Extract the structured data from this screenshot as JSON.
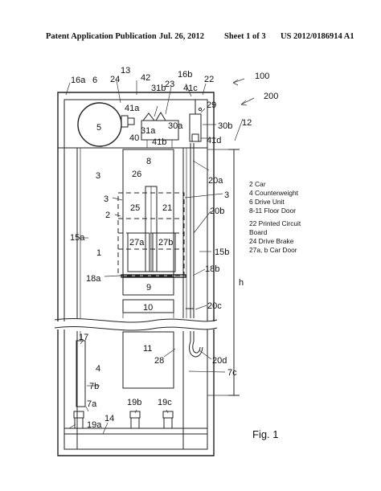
{
  "header": {
    "left": "Patent Application Publication",
    "date": "Jul. 26, 2012",
    "sheet": "Sheet 1 of 3",
    "number": "US 2012/0186914 A1"
  },
  "figure_label": "Fig. 1",
  "legend": [
    "2 Car",
    "4 Counterweight",
    "6 Drive Unit",
    "8-11 Floor Door",
    "22 Printed Circuit",
    "Board",
    "24 Drive Brake",
    "27a, b Car Door"
  ],
  "labels": {
    "l100": "100",
    "l200": "200",
    "l13": "13",
    "l42": "42",
    "l16a": "16a",
    "l6": "6",
    "l24": "24",
    "l31b": "31b",
    "l23": "23",
    "l16b": "16b",
    "l22": "22",
    "l41c": "41c",
    "l29": "29",
    "l41a": "41a",
    "l5": "5",
    "l31a": "31a",
    "l30a": "30a",
    "l30b": "30b",
    "l12": "12",
    "l40": "40",
    "l41b": "41b",
    "l41d": "41d",
    "l8": "8",
    "l26": "26",
    "l20a": "20a",
    "l3a": "3",
    "l3b": "3",
    "l3c": "3",
    "l2": "2",
    "l25": "25",
    "l21": "21",
    "l20b": "20b",
    "l15a": "15a",
    "l27a": "27a",
    "l27b": "27b",
    "l1": "1",
    "l15b": "15b",
    "l18b": "18b",
    "l18a": "18a",
    "l9": "9",
    "l20c": "20c",
    "lh": "h",
    "l10": "10",
    "l17": "17",
    "l11": "11",
    "l28": "28",
    "l20d": "20d",
    "l4": "4",
    "l7b": "7b",
    "l7c": "7c",
    "l7a": "7a",
    "l19b": "19b",
    "l19c": "19c",
    "l14": "14",
    "l19a": "19a"
  }
}
